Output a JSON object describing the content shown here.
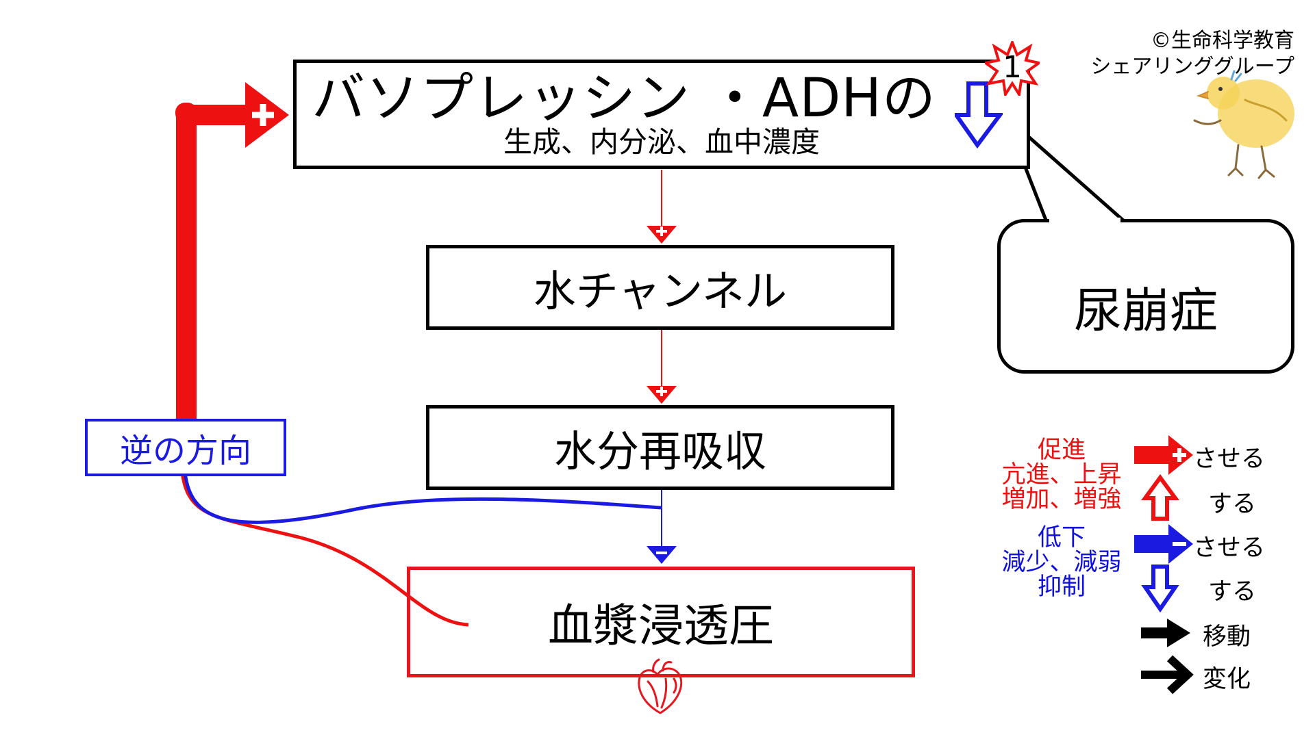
{
  "copyright": {
    "line1": "©生命科学教育",
    "line2": "シェアリンググループ"
  },
  "boxes": {
    "vasopressin": {
      "title": "バソプレッシン ・ADHの",
      "subtitle": "生成、内分泌、血中濃度"
    },
    "water_channel": {
      "label": "水チャンネル"
    },
    "reabsorption": {
      "label": "水分再吸収"
    },
    "plasma_osmotic": {
      "label": "血漿浸透圧"
    },
    "reverse_direction": {
      "label": "逆の方向"
    }
  },
  "callout": {
    "label": "尿崩症"
  },
  "badge": {
    "number": "1"
  },
  "connector_signs": {
    "plus": "+",
    "minus": "−"
  },
  "legend": {
    "promote_terms": [
      "促進",
      "亢進、上昇",
      "増加、増強"
    ],
    "reduce_terms": [
      "低下",
      "減少、減弱",
      "抑制"
    ],
    "items": {
      "promote_cause": "させる",
      "promote_self": "する",
      "reduce_cause": "させる",
      "reduce_self": "する",
      "move": "移動",
      "change": "変化"
    }
  },
  "colors": {
    "promote": "#ee1111",
    "reduce": "#1111dd",
    "frame": "#000000",
    "plasma_frame": "#e5161d"
  },
  "icons": [
    "star-badge-icon",
    "down-arrow-icon",
    "heart-icon",
    "chick-icon"
  ]
}
